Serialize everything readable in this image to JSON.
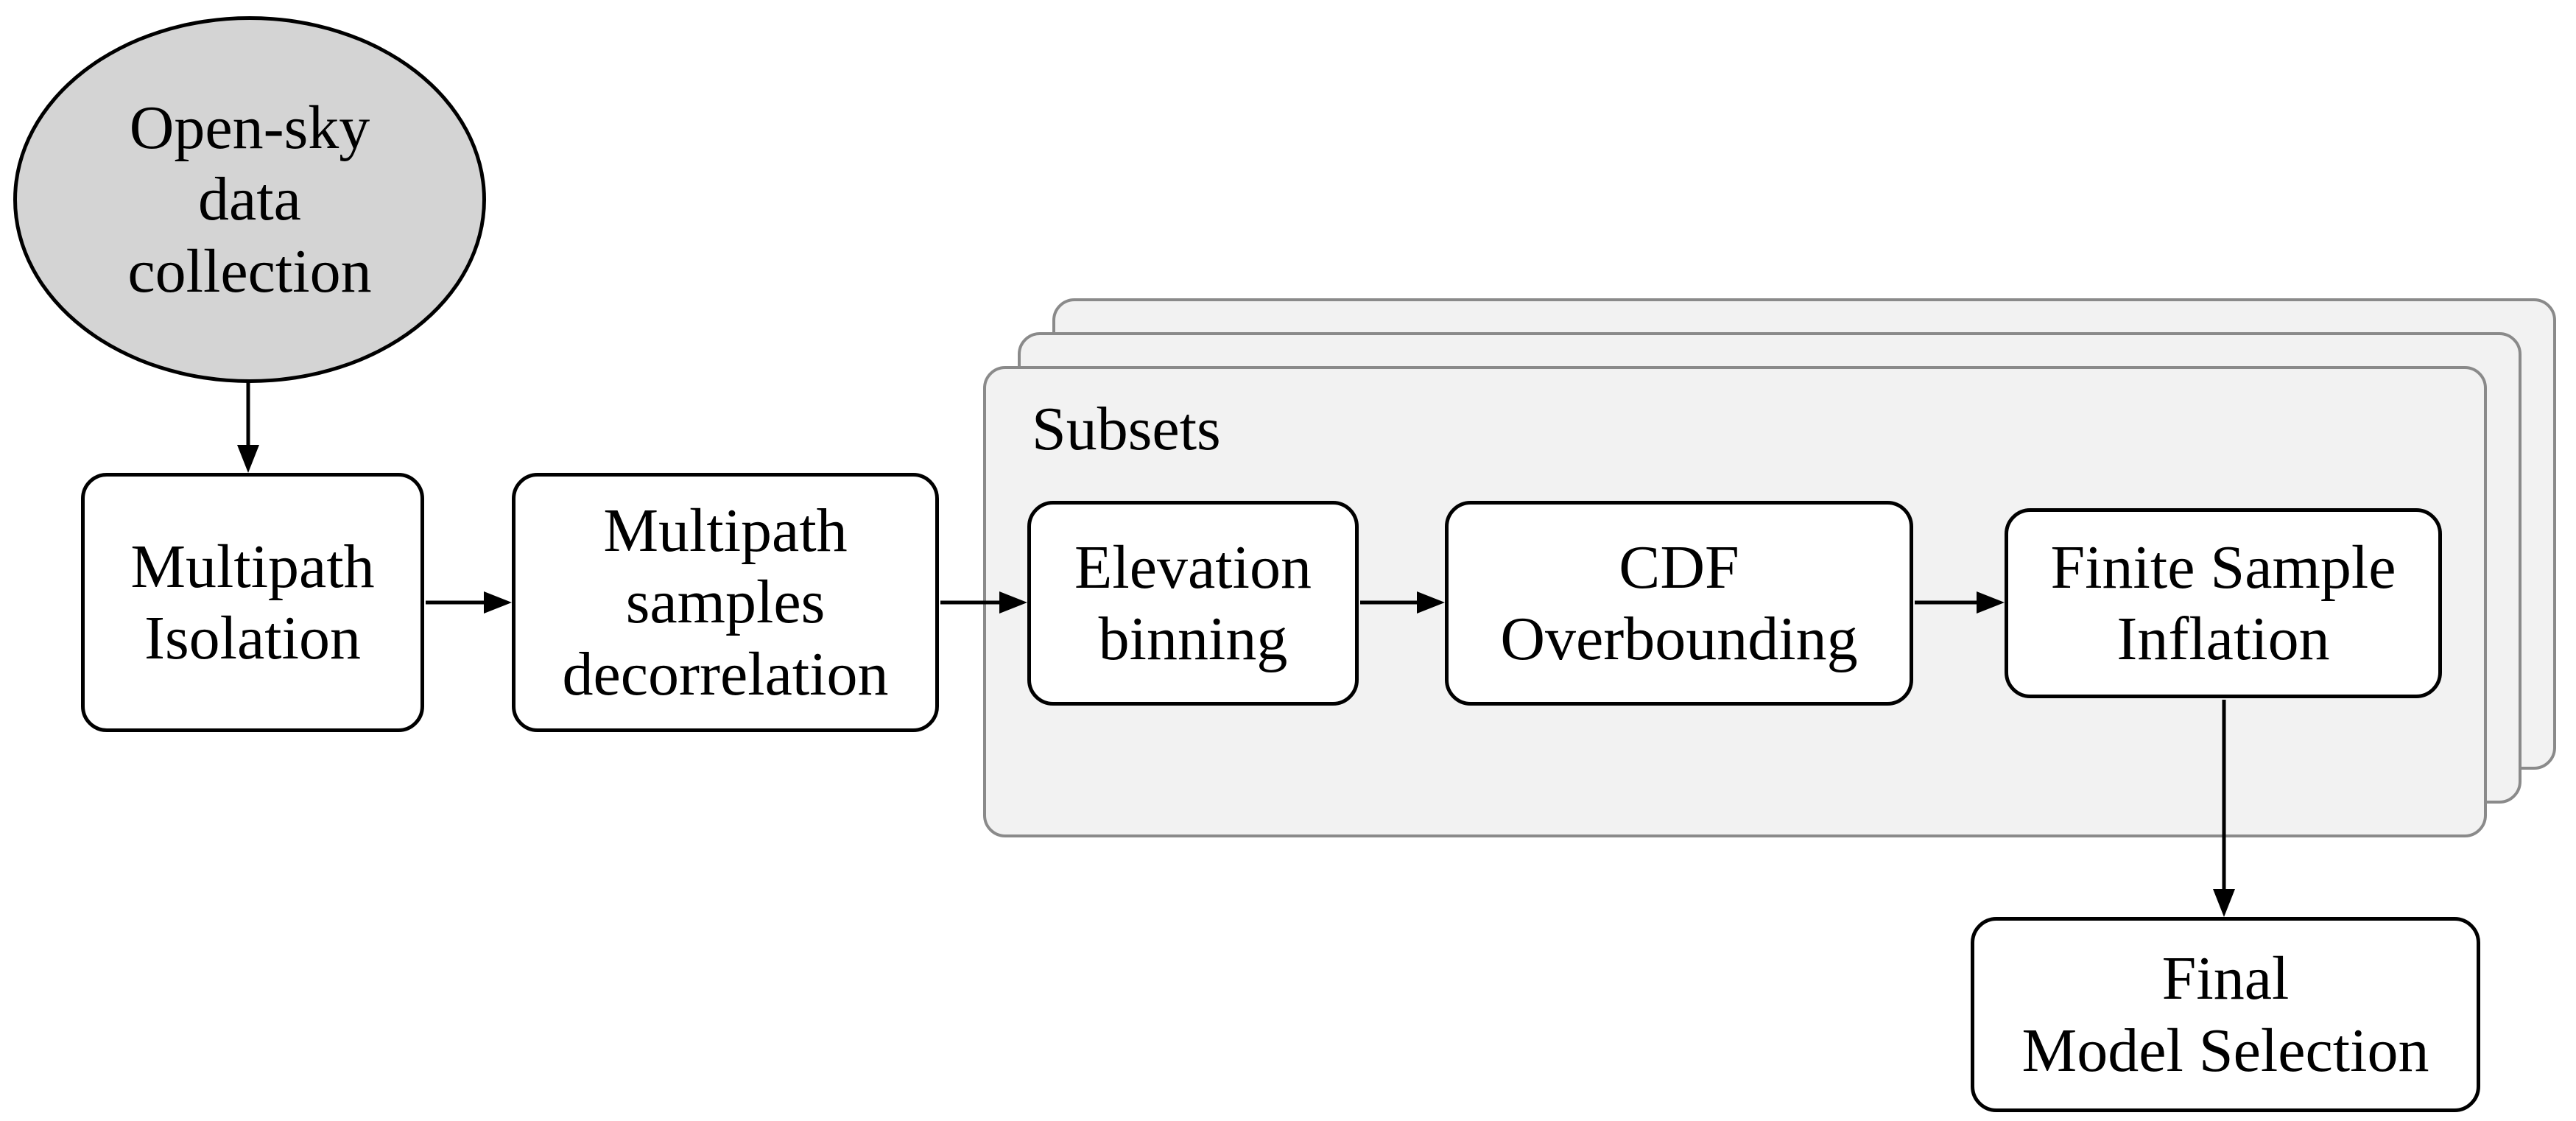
{
  "diagram": {
    "type": "flowchart",
    "description_not_shown": "",
    "panels": {
      "subsets_label": "Subsets",
      "stack_count": 3
    },
    "nodes": {
      "open_sky": {
        "shape": "ellipse",
        "lines": [
          "Open-sky",
          "data",
          "collection"
        ]
      },
      "multipath_isolation": {
        "shape": "rounded-rect",
        "lines": [
          "Multipath",
          "Isolation"
        ]
      },
      "multipath_decorrelation": {
        "shape": "rounded-rect",
        "lines": [
          "Multipath",
          "samples",
          "decorrelation"
        ]
      },
      "elevation_binning": {
        "shape": "rounded-rect",
        "lines": [
          "Elevation",
          "binning"
        ]
      },
      "cdf_overbounding": {
        "shape": "rounded-rect",
        "lines": [
          "CDF",
          "Overbounding"
        ]
      },
      "finite_sample_inflation": {
        "shape": "rounded-rect",
        "lines": [
          "Finite Sample",
          "Inflation"
        ]
      },
      "final_model_selection": {
        "shape": "rounded-rect",
        "lines": [
          "Final",
          "Model Selection"
        ]
      }
    },
    "edges": [
      {
        "from": "open_sky",
        "to": "multipath_isolation"
      },
      {
        "from": "multipath_isolation",
        "to": "multipath_decorrelation"
      },
      {
        "from": "multipath_decorrelation",
        "to": "elevation_binning"
      },
      {
        "from": "elevation_binning",
        "to": "cdf_overbounding"
      },
      {
        "from": "cdf_overbounding",
        "to": "finite_sample_inflation"
      },
      {
        "from": "finite_sample_inflation",
        "to": "final_model_selection"
      }
    ]
  },
  "colors": {
    "ellipse_fill": "#d4d4d4",
    "panel_fill": "#f2f2f2",
    "panel_border": "#8a8a8a",
    "node_fill": "#ffffff",
    "node_border": "#000000",
    "arrow": "#000000",
    "text": "#000000",
    "page_bg": "#ffffff"
  }
}
